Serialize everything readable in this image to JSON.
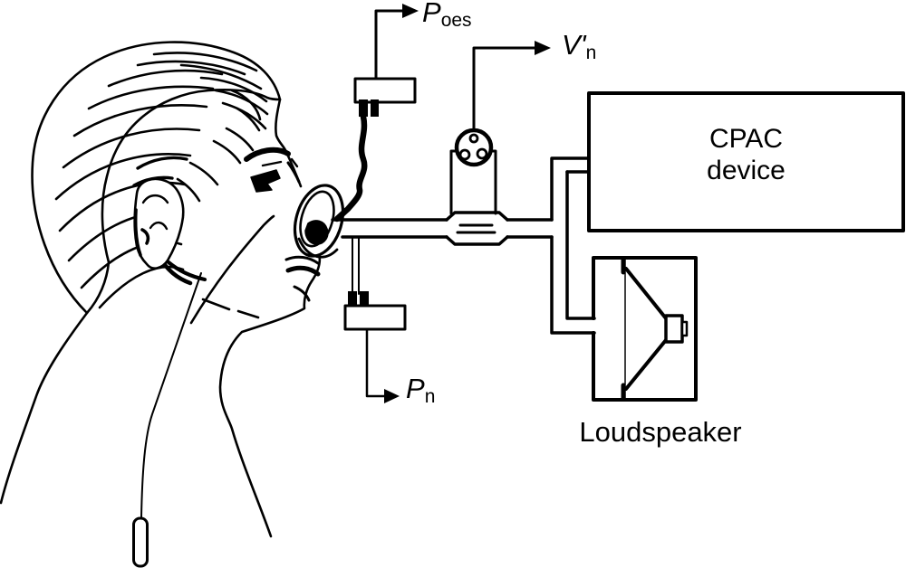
{
  "figure": {
    "type": "physiology-apparatus-diagram",
    "background_color": "#ffffff",
    "ink_color": "#000000"
  },
  "labels": {
    "esophageal_pressure": {
      "symbol": "P",
      "subscript": "oes"
    },
    "nasal_flow": {
      "symbol": "V'",
      "subscript": "n"
    },
    "nasal_pressure": {
      "symbol": "P",
      "subscript": "n"
    },
    "cpac_device": {
      "line1": "CPAC",
      "line2": "device"
    },
    "loudspeaker": "Loudspeaker"
  },
  "components": [
    "subject-head-profile",
    "nasal-mask",
    "esophageal-catheter-with-balloon",
    "esophageal-pressure-transducer",
    "nasal-pressure-transducer",
    "main-airway-tube",
    "pneumotachograph",
    "flow-connector",
    "cpac-device",
    "loudspeaker"
  ]
}
